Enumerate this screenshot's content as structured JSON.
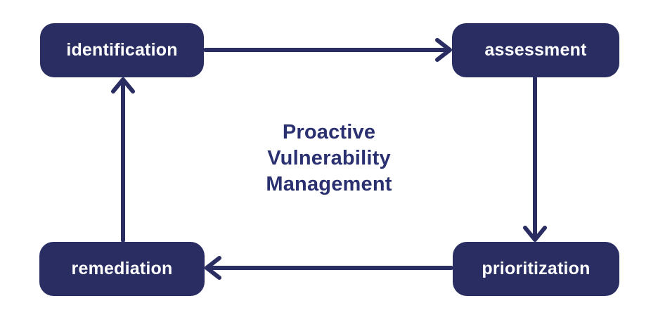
{
  "diagram": {
    "title": "Proactive\nVulnerability\nManagement",
    "nodes": [
      {
        "id": "identification",
        "label": "identification"
      },
      {
        "id": "assessment",
        "label": "assessment"
      },
      {
        "id": "prioritization",
        "label": "prioritization"
      },
      {
        "id": "remediation",
        "label": "remediation"
      }
    ],
    "edges": [
      {
        "from": "identification",
        "to": "assessment"
      },
      {
        "from": "assessment",
        "to": "prioritization"
      },
      {
        "from": "prioritization",
        "to": "remediation"
      },
      {
        "from": "remediation",
        "to": "identification"
      }
    ],
    "colors": {
      "node_fill": "#292d62",
      "node_text": "#ffffff",
      "arrow": "#292d62",
      "title_text": "#2b3170",
      "background": "#ffffff"
    }
  }
}
